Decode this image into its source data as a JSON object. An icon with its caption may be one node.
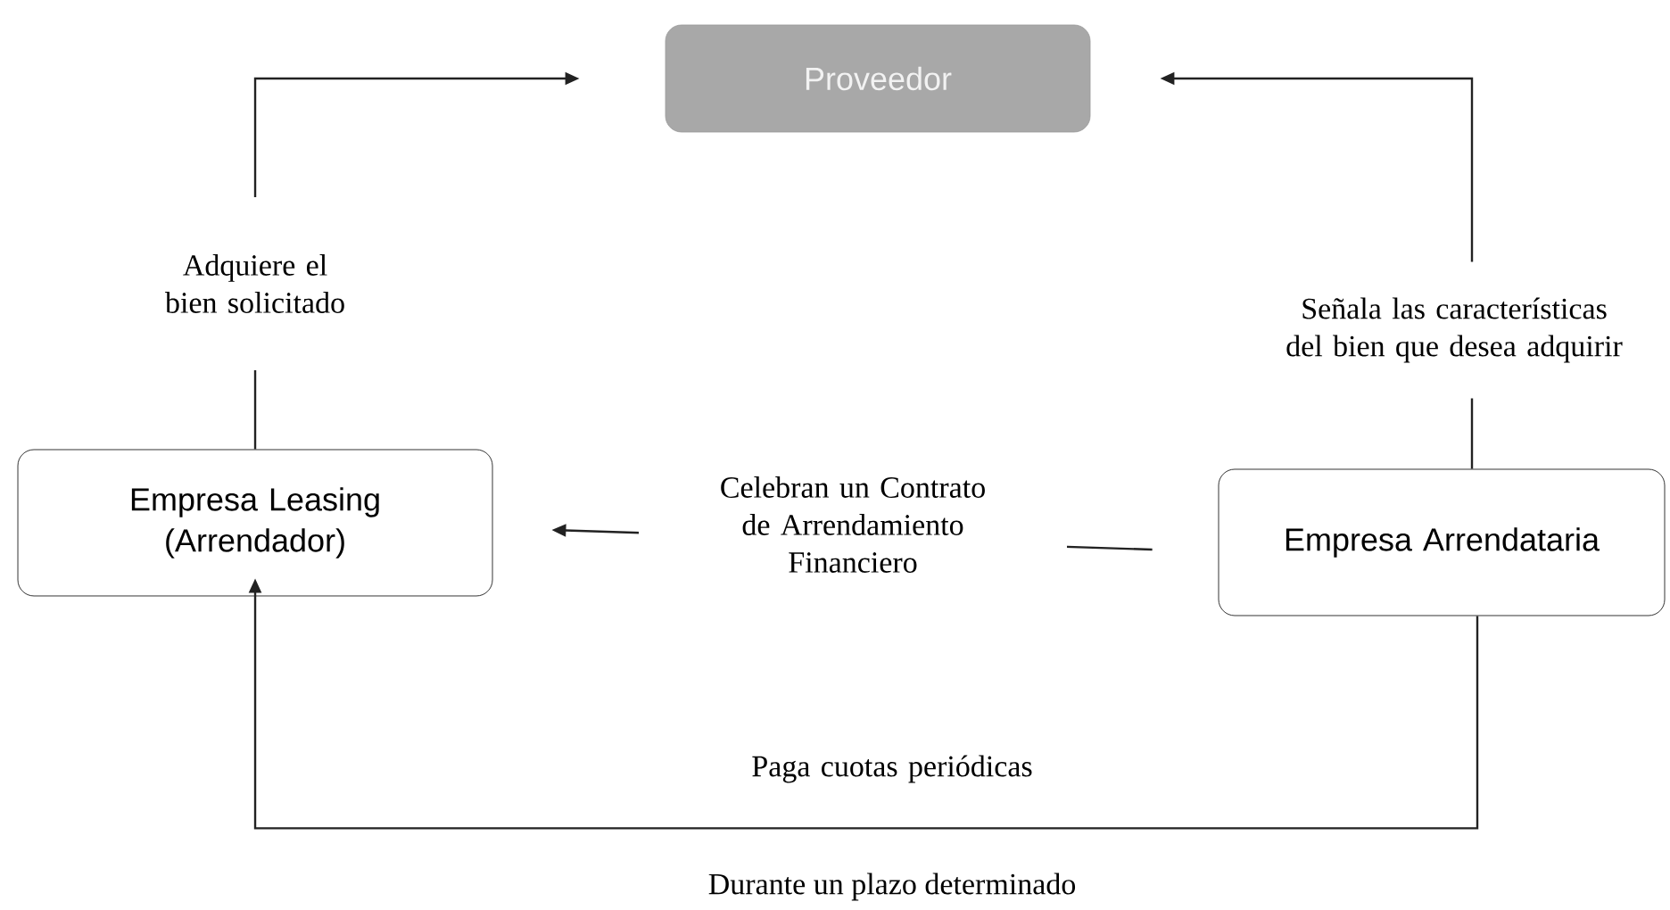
{
  "diagram": {
    "nodes": [
      {
        "text": [
          "Proveedor"
        ]
      },
      {
        "text": [
          "Empresa Leasing (Arrendador)"
        ]
      },
      {
        "text": [
          "Empresa Arrendataria"
        ]
      }
    ],
    "edges": [
      {
        "from": 1,
        "to": 0,
        "arrow": "to",
        "label": "Adquiere el bien solicitado"
      },
      {
        "from": 2,
        "to": 0,
        "arrow": "to",
        "label": "Señala las características del bien que desea adquirir"
      },
      {
        "from": 2,
        "to": 1,
        "arrow": "to",
        "label": "Celebran un Contrato de Arrendamiento Financiero"
      },
      {
        "from": 2,
        "to": 1,
        "arrow": "to",
        "label": "Paga cuotas periódicas"
      }
    ],
    "labels": [
      "Durante un plazo determinado"
    ]
  }
}
